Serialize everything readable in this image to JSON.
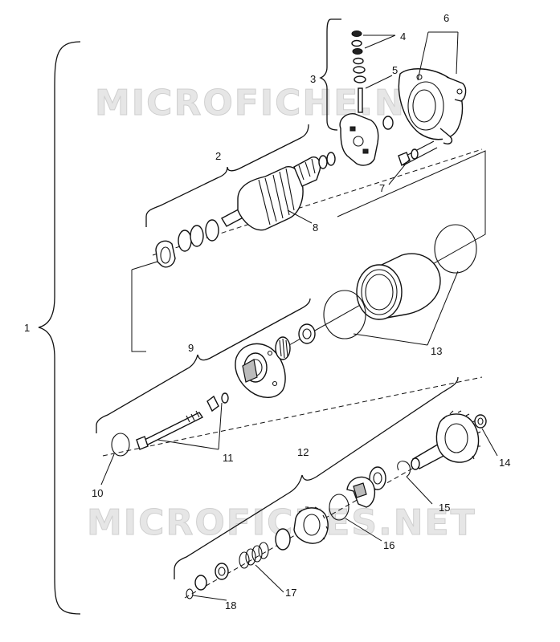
{
  "watermarks": [
    "MICROFICHE.NET",
    "MICROFICHES.NET"
  ],
  "callouts": {
    "c1": "1",
    "c2": "2",
    "c3": "3",
    "c4": "4",
    "c5": "5",
    "c6": "6",
    "c7": "7",
    "c8": "8",
    "c9": "9",
    "c10": "10",
    "c11": "11",
    "c12": "12",
    "c13": "13",
    "c14": "14",
    "c15": "15",
    "c16": "16",
    "c17": "17",
    "c18": "18"
  }
}
